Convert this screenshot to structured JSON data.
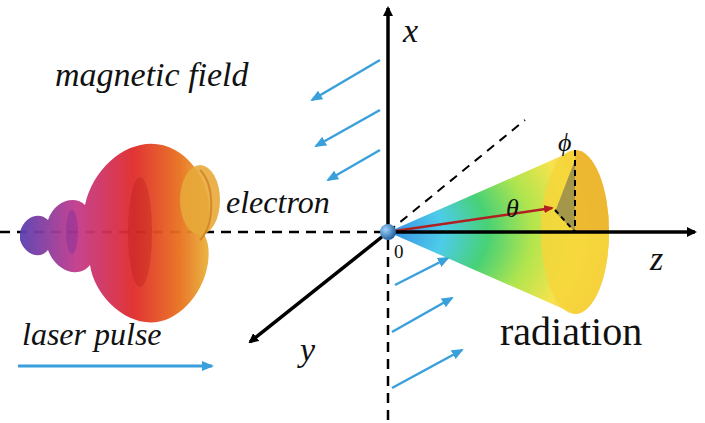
{
  "diagram": {
    "labels": [
      "x",
      "magnetic field",
      "electron",
      "ϕ",
      "θ",
      "z",
      "0",
      "laser pulse",
      "y",
      "radiation"
    ]
  }
}
